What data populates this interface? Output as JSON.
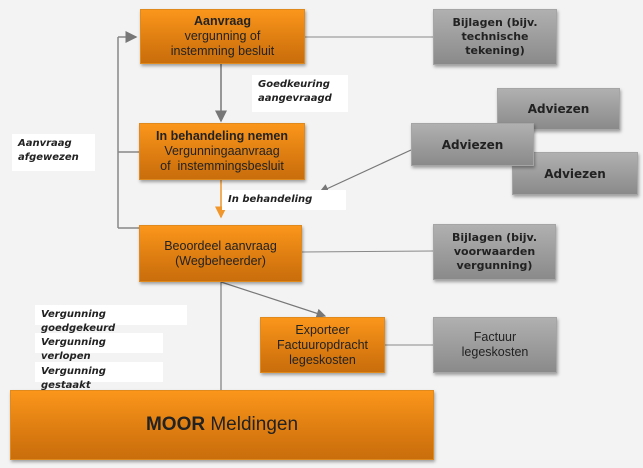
{
  "nodes": {
    "aanvraag": {
      "title": "Aanvraag",
      "line1": "vergunning of",
      "line2": "instemming besluit"
    },
    "behandeling": {
      "title": "In behandeling nemen",
      "line1": "Vergunningaanvraag",
      "line2": "of  instemmingsbesluit"
    },
    "beoordeel": {
      "line1": "Beoordeel aanvraag",
      "line2": "(Wegbeheerder)"
    },
    "exporteer": {
      "line1": "Exporteer",
      "line2": "Factuuropdracht",
      "line3": "legeskosten"
    },
    "moor": {
      "bold": "MOOR",
      "rest": " Meldingen"
    },
    "bijlagen1": {
      "line1": "Bijlagen (bijv.",
      "line2": "technische",
      "line3": "tekening)"
    },
    "adviezen": [
      "Adviezen",
      "Adviezen",
      "Adviezen"
    ],
    "bijlagen2": {
      "line1": "Bijlagen (bijv.",
      "line2": "voorwaarden",
      "line3": "vergunning)"
    },
    "factuur": {
      "line1": "Factuur",
      "line2": "legeskosten"
    }
  },
  "labels": {
    "goedkeuring": {
      "line1": "Goedkeuring",
      "line2": "aangevraagd"
    },
    "afgewezen": {
      "line1": "Aanvraag",
      "line2": "afgewezen"
    },
    "in_behandeling": "In behandeling",
    "goedgekeurd": "Vergunning goedgekeurd",
    "verlopen": "Vergunning verlopen",
    "gestaakt": "Vergunning gestaakt"
  }
}
